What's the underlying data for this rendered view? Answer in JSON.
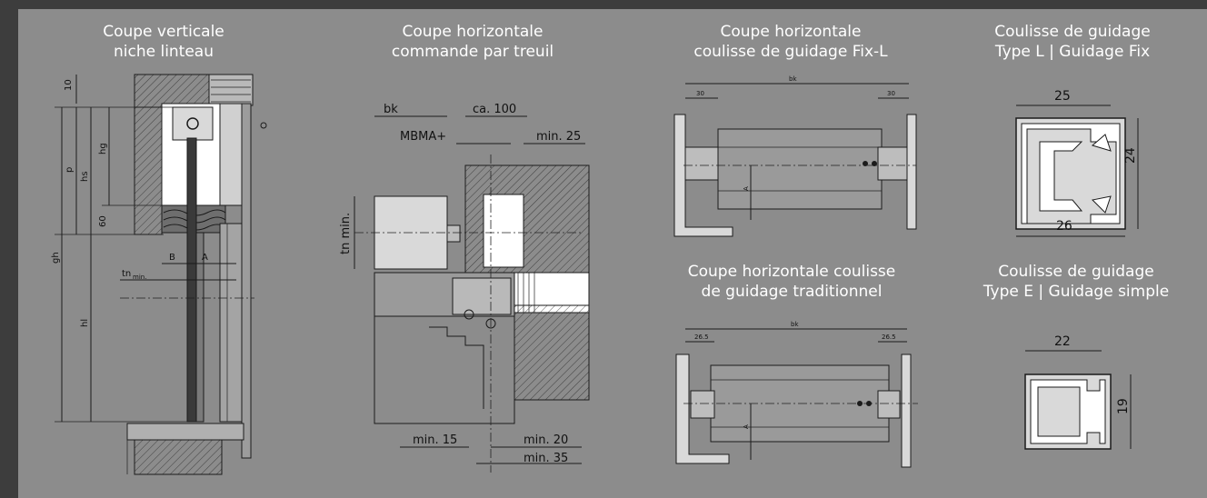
{
  "colors": {
    "background": "#3d3d3d",
    "panel": "#8c8c8c",
    "title_text": "#ffffff",
    "light_fill": "#d9d9d9",
    "white_fill": "#ffffff"
  },
  "sections": {
    "vertical": {
      "title_line1": "Coupe verticale",
      "title_line2": "niche linteau",
      "labels": {
        "d10": "10",
        "p": "p",
        "hs": "hs",
        "hg": "hg",
        "d60": "60",
        "gh": "gh",
        "hl": "hl",
        "B": "B",
        "A": "A",
        "tn": "tn",
        "tn_sub": "min."
      }
    },
    "winch": {
      "title_line1": "Coupe horizontale",
      "title_line2": "commande par treuil",
      "labels": {
        "bk": "bk",
        "ca100": "ca. 100",
        "mbma": "MBMA+",
        "min25": "min. 25",
        "tnmin": "tn min.",
        "min15": "min. 15",
        "min20": "min. 20",
        "min35": "min. 35"
      }
    },
    "fixl": {
      "title_line1": "Coupe horizontale",
      "title_line2": "coulisse de guidage Fix-L",
      "labels": {
        "bk": "bk",
        "left": "30",
        "right": "30",
        "A": "A"
      }
    },
    "trad": {
      "title_line1": "Coupe horizontale coulisse",
      "title_line2": "de guidage traditionnel",
      "labels": {
        "bk": "bk",
        "left": "26.5",
        "right": "26.5",
        "A": "A"
      }
    },
    "typeL": {
      "title_line1": "Coulisse de guidage",
      "title_line2": "Type L | Guidage Fix",
      "labels": {
        "top": "25",
        "side": "24",
        "bottom": "26"
      }
    },
    "typeE": {
      "title_line1": "Coulisse de guidage",
      "title_line2": "Type E | Guidage simple",
      "labels": {
        "top": "22",
        "side": "19"
      }
    }
  }
}
